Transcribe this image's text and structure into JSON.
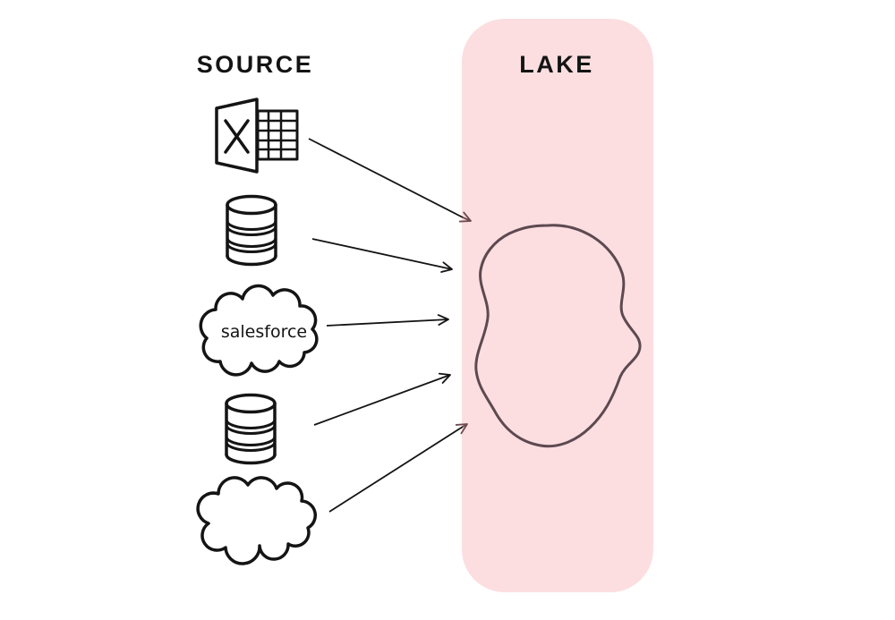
{
  "diagram": {
    "source": {
      "title": "SOURCE",
      "items": [
        {
          "id": "excel-file",
          "icon": "excel-spreadsheet-icon"
        },
        {
          "id": "database-1",
          "icon": "database-cylinder-icon"
        },
        {
          "id": "salesforce",
          "icon": "salesforce-cloud-icon",
          "label": "salesforce"
        },
        {
          "id": "database-2",
          "icon": "database-cylinder-icon"
        },
        {
          "id": "cloud",
          "icon": "cloud-icon"
        }
      ]
    },
    "lake": {
      "title": "LAKE"
    },
    "connections": [
      {
        "from": "excel-file",
        "to": "lake"
      },
      {
        "from": "database-1",
        "to": "lake"
      },
      {
        "from": "salesforce",
        "to": "lake"
      },
      {
        "from": "database-2",
        "to": "lake"
      },
      {
        "from": "cloud",
        "to": "lake"
      }
    ],
    "colors": {
      "ink": "#141414",
      "lake_panel_fill": "#fcdee1",
      "lake_outline": "#5d4a50",
      "arrowhead_over_panel": "#6f4b50"
    }
  }
}
